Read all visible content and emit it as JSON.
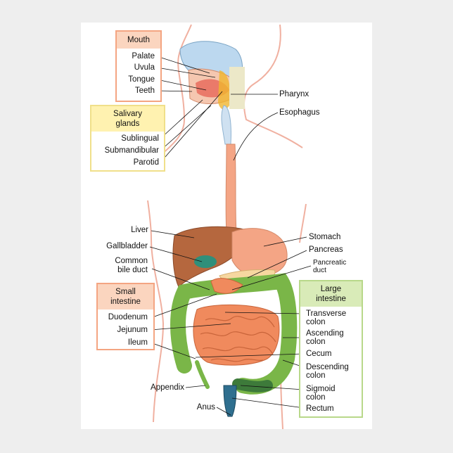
{
  "groups": {
    "mouth": {
      "title": "Mouth",
      "items": [
        "Palate",
        "Uvula",
        "Tongue",
        "Teeth"
      ]
    },
    "salivary": {
      "title_line1": "Salivary",
      "title_line2": "glands",
      "items": [
        "Sublingual",
        "Submandibular",
        "Parotid"
      ]
    },
    "small_intestine": {
      "title_line1": "Small",
      "title_line2": "intestine",
      "items": [
        "Duodenum",
        "Jejunum",
        "Ileum"
      ]
    },
    "large_intestine": {
      "title_line1": "Large",
      "title_line2": "intestine",
      "items": [
        {
          "l1": "Transverse",
          "l2": "colon"
        },
        {
          "l1": "Ascending",
          "l2": "colon"
        },
        {
          "l1": "Cecum",
          "l2": ""
        },
        {
          "l1": "Descending",
          "l2": "colon"
        },
        {
          "l1": "Sigmoid",
          "l2": "colon"
        },
        {
          "l1": "Rectum",
          "l2": ""
        }
      ]
    }
  },
  "labels": {
    "pharynx": "Pharynx",
    "esophagus": "Esophagus",
    "liver": "Liver",
    "gallbladder": "Gallbladder",
    "common_bile_duct_l1": "Common",
    "common_bile_duct_l2": "bile duct",
    "stomach": "Stomach",
    "pancreas": "Pancreas",
    "pancreatic_duct_l1": "Pancreatic",
    "pancreatic_duct_l2": "duct",
    "appendix": "Appendix",
    "anus": "Anus"
  },
  "colors": {
    "mouth_box": "#f4a582",
    "mouth_box_fill": "#fbd5bf",
    "salivary_box": "#f0e08a",
    "salivary_box_fill": "#fff2b0",
    "small_box": "#f4a582",
    "small_box_fill": "#fbd5bf",
    "large_box": "#b8d88a",
    "large_box_fill": "#d9ebb8",
    "body_outline": "#f0b0a0",
    "liver": "#b5673e",
    "stomach": "#f4a585",
    "small_intestine": "#f08a5d",
    "large_intestine": "#7ab648",
    "esophagus": "#f4a585",
    "rectum": "#2f6f8f"
  }
}
